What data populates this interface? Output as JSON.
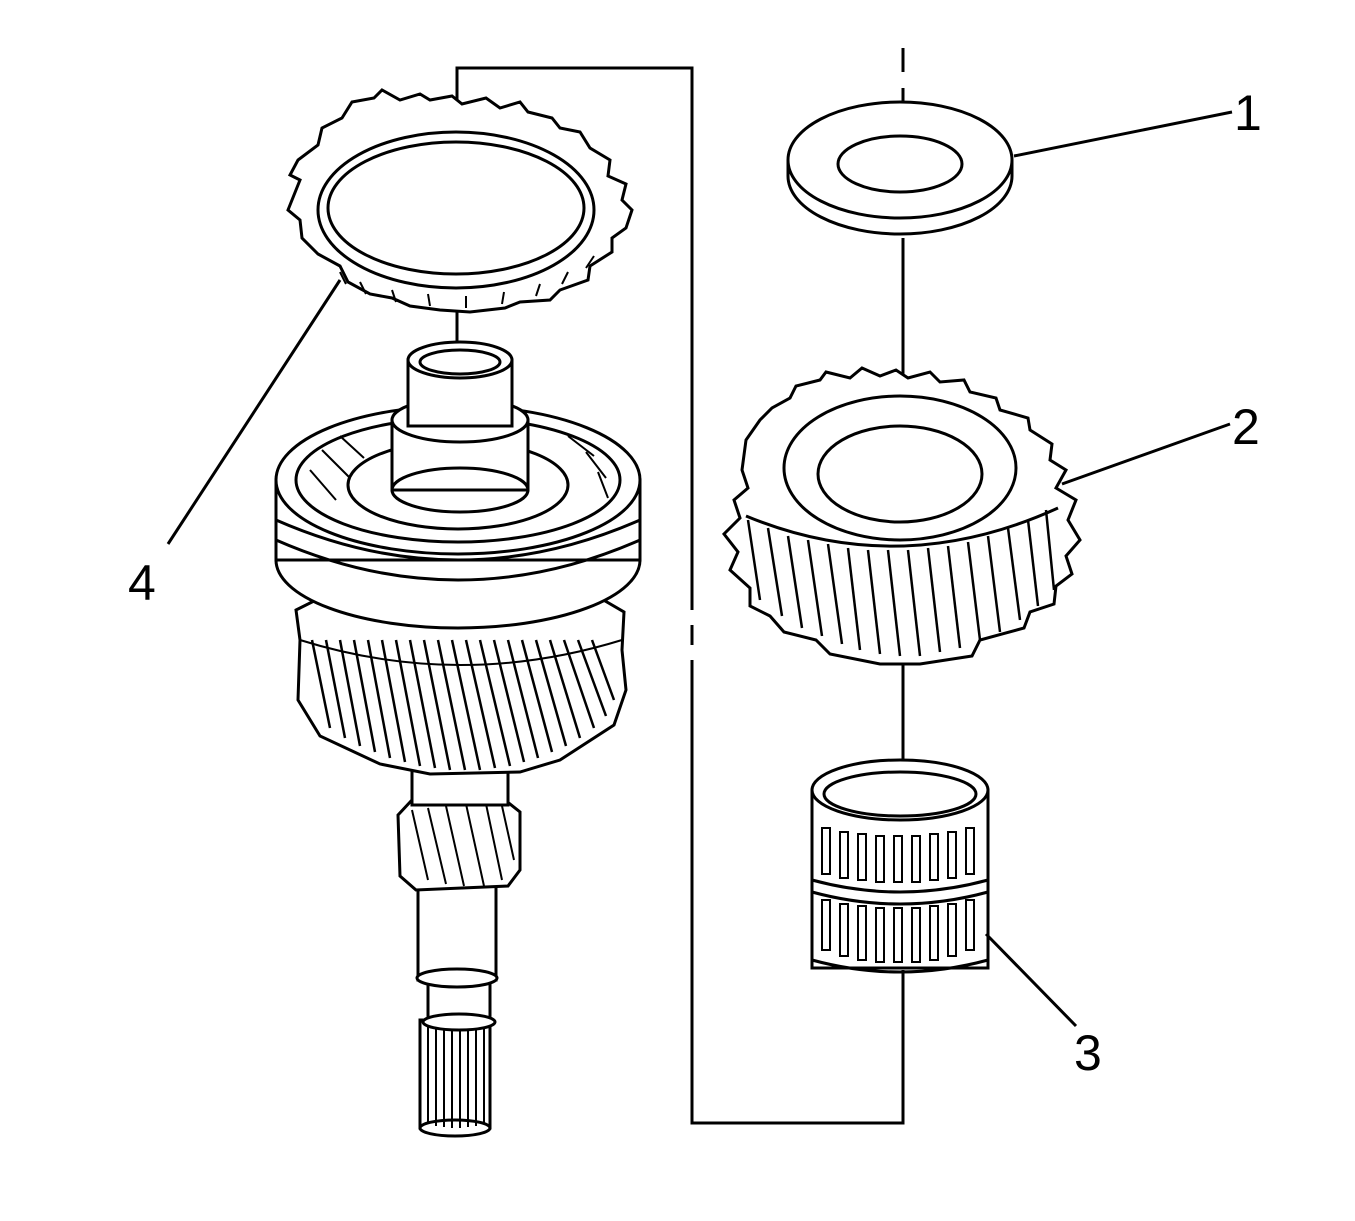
{
  "diagram": {
    "background": "#ffffff",
    "ink": "#000000",
    "callouts": [
      {
        "id": "1",
        "label": "1",
        "part": "thrust-washer"
      },
      {
        "id": "2",
        "label": "2",
        "part": "helical-gear"
      },
      {
        "id": "3",
        "label": "3",
        "part": "needle-bearing"
      },
      {
        "id": "4",
        "label": "4",
        "part": "synchronizer-ring"
      }
    ]
  }
}
